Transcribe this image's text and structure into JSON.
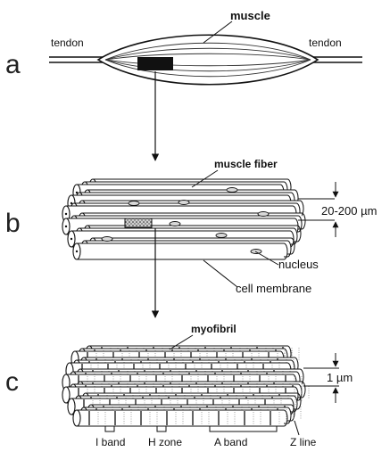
{
  "panels": {
    "a": {
      "letter": "a",
      "title": "muscle",
      "tendon_left": "tendon",
      "tendon_right": "tendon"
    },
    "b": {
      "letter": "b",
      "title": "muscle fiber",
      "dimension": "20-200 µm",
      "nucleus": "nucleus",
      "membrane": "cell membrane"
    },
    "c": {
      "letter": "c",
      "title": "myofibril",
      "dimension": "1 µm",
      "bands": [
        "I band",
        "H zone",
        "A band",
        "Z line"
      ]
    }
  }
}
